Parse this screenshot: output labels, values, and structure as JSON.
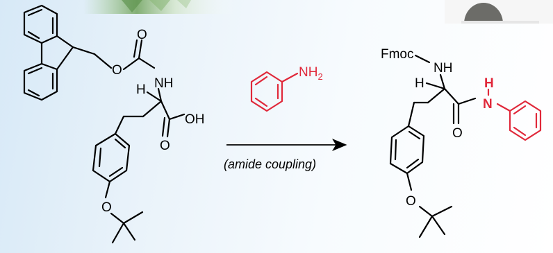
{
  "reactant": {
    "atoms": {
      "carbonyl_o": "O",
      "ester_o": "O",
      "nh": "NH",
      "alpha_h": "H",
      "acid_oh": "OH",
      "acid_o": "O",
      "ether_o": "O"
    }
  },
  "reagent": {
    "amine_label": "NH",
    "amine_subscript": "2"
  },
  "arrow": {
    "condition": "(amide coupling)"
  },
  "product": {
    "protecting_group": "Fmoc",
    "atoms": {
      "nh": "NH",
      "alpha_h": "H",
      "amide_h": "H",
      "amide_n": "N",
      "amide_o": "O",
      "ether_o": "O"
    }
  },
  "colors": {
    "new_bond": "#e0283a",
    "structure": "#000000"
  },
  "decor": {
    "top_left_photo": "plant-photo-strip",
    "top_right_photo": "gray-circle-photo"
  }
}
